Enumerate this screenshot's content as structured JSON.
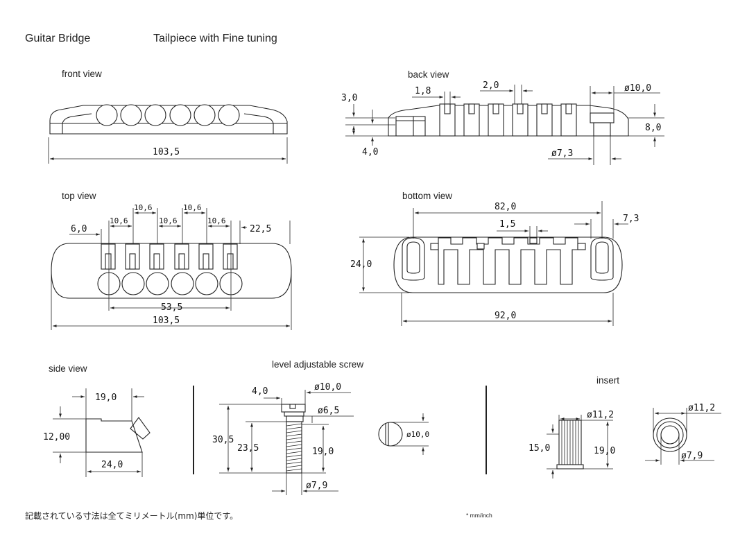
{
  "header": {
    "title": "Guitar Bridge",
    "subtitle": "Tailpiece with Fine tuning"
  },
  "views": {
    "front": {
      "label": "front view",
      "dims": {
        "length": "103,5"
      }
    },
    "back": {
      "label": "back view",
      "dims": {
        "a": "3,0",
        "b": "1,8",
        "c": "2,0",
        "d": "ø10,0",
        "e": "8,0",
        "f": "4,0",
        "g": "ø7,3"
      }
    },
    "top": {
      "label": "top view",
      "dims": {
        "left": "6,0",
        "sp1": "10,6",
        "sp2": "10,6",
        "sp3": "10,6",
        "sp4": "10,6",
        "sp5": "10,6",
        "right": "22,5",
        "span": "53,5",
        "length": "103,5"
      }
    },
    "bottom": {
      "label": "bottom view",
      "dims": {
        "top": "82,0",
        "slot": "1,5",
        "right": "7,3",
        "height": "24,0",
        "length": "92,0"
      }
    },
    "side": {
      "label": "side view",
      "dims": {
        "top": "19,0",
        "height": "12,00",
        "length": "24,0"
      }
    },
    "screw": {
      "label": "level adjustable screw",
      "dims": {
        "a": "4,0",
        "b": "ø10,0",
        "c": "ø6,5",
        "d": "30,5",
        "e": "23,5",
        "f": "19,0",
        "g": "ø7,9",
        "head": "ø10,0"
      }
    },
    "insert": {
      "label": "insert",
      "dims": {
        "a": "ø11,2",
        "b": "15,0",
        "c": "19,0",
        "d": "ø11,2",
        "e": "ø7,9"
      }
    }
  },
  "footer": {
    "note": "記載されている寸法は全てミリメートル(mm)単位です。",
    "units": "* mm/inch"
  }
}
